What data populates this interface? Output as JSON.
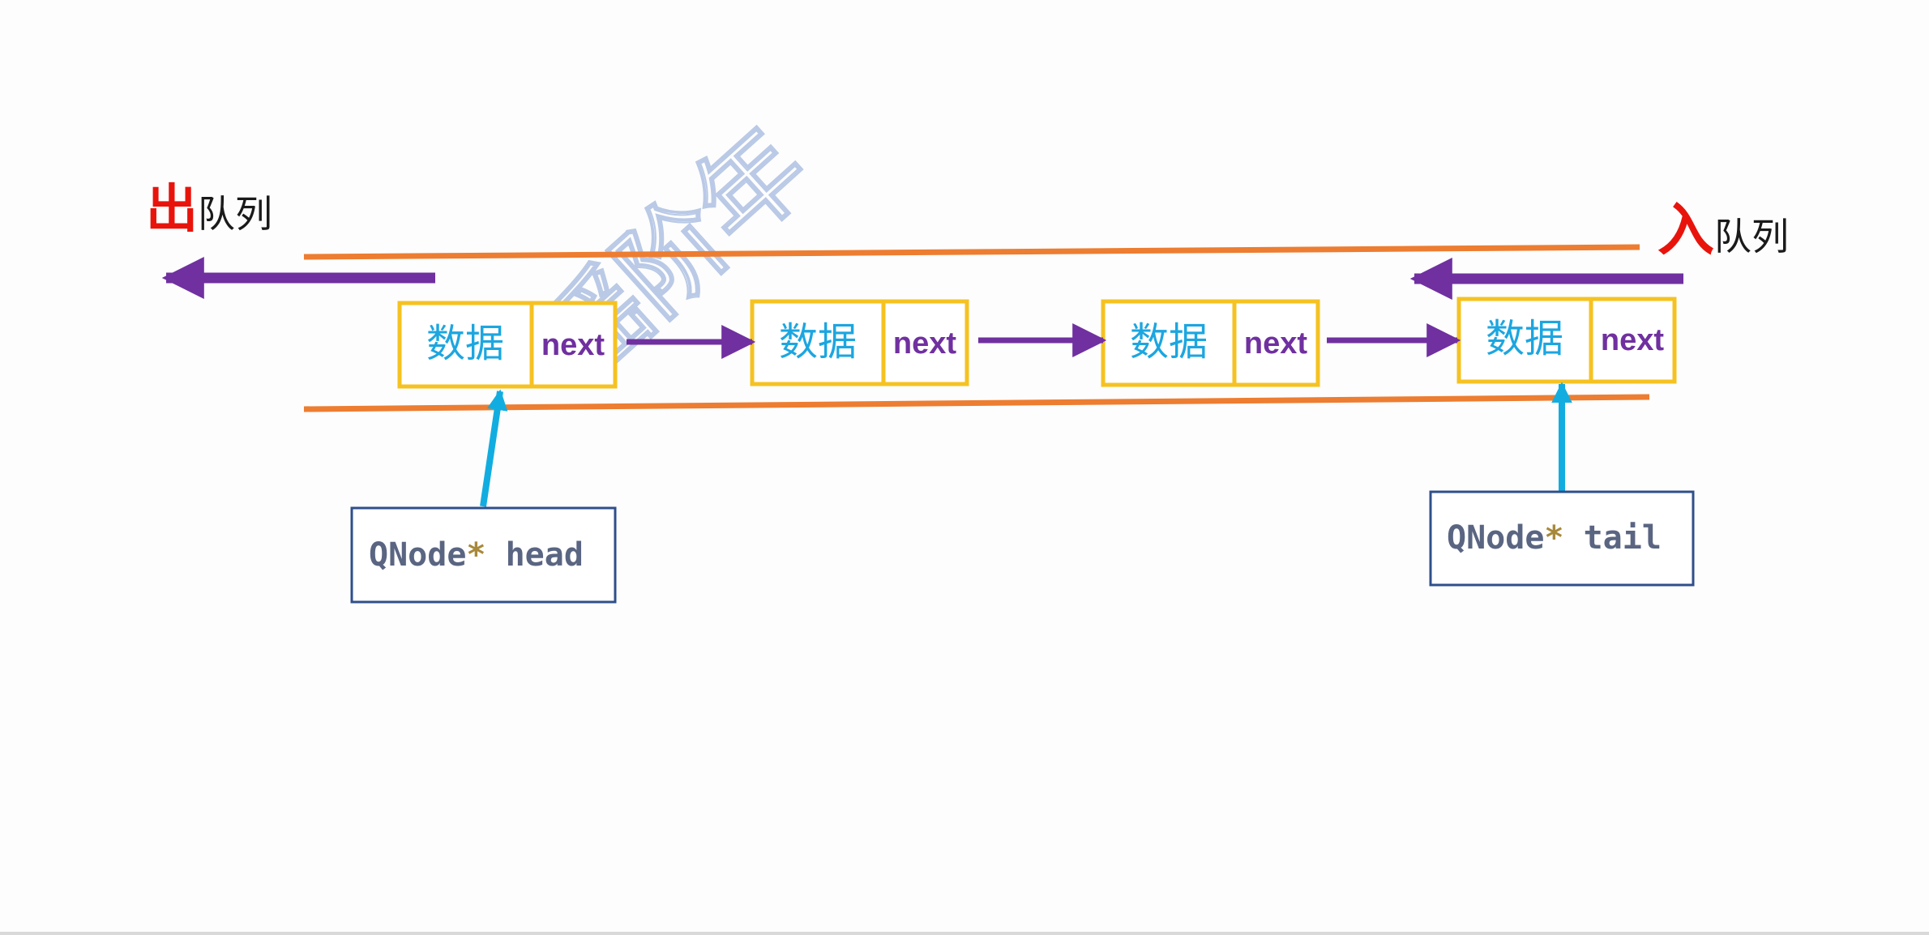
{
  "watermark": "瑶阶年",
  "dequeue": {
    "accent": "出",
    "rest": "队列"
  },
  "enqueue": {
    "accent": "入",
    "rest": "队列"
  },
  "nodes": [
    {
      "data_label": "数据",
      "next_label": "next"
    },
    {
      "data_label": "数据",
      "next_label": "next"
    },
    {
      "data_label": "数据",
      "next_label": "next"
    },
    {
      "data_label": "数据",
      "next_label": "next"
    }
  ],
  "head_pointer": {
    "type": "QNode",
    "star": "*",
    "name": " head"
  },
  "tail_pointer": {
    "type": "QNode",
    "star": "*",
    "name": " tail"
  },
  "colors": {
    "accent_red": "#e8140c",
    "node_border": "#f5c221",
    "data_text": "#1ca6e0",
    "next_text": "#7030a0",
    "link_arrow": "#7030a0",
    "rail": "#ed7d31",
    "pointer_arrow": "#12ade0",
    "pointer_box": "#2f4f8a",
    "code_text": "#5a6582",
    "code_star": "#a8893a",
    "watermark": "#b9c9e6"
  }
}
